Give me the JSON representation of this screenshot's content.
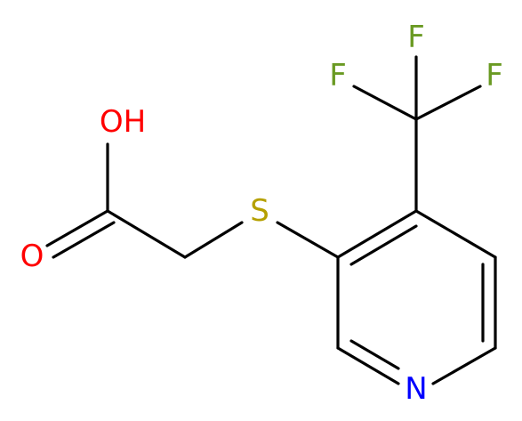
{
  "molecule": {
    "atoms": {
      "F1": {
        "label": "F",
        "color": "#6a9a23"
      },
      "F2": {
        "label": "F",
        "color": "#6a9a23"
      },
      "F3": {
        "label": "F",
        "color": "#6a9a23"
      },
      "OH": {
        "label": "OH",
        "color": "#ff0000"
      },
      "O": {
        "label": "O",
        "color": "#ff0000"
      },
      "S": {
        "label": "S",
        "color": "#b5a000"
      },
      "N": {
        "label": "N",
        "color": "#0000ff"
      }
    }
  }
}
